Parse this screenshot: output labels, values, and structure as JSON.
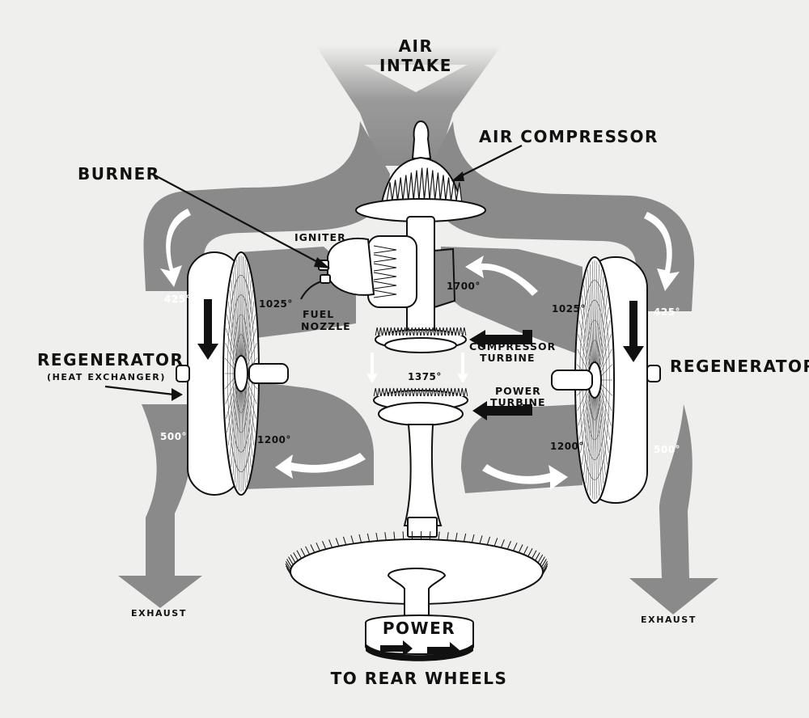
{
  "labels": {
    "air_intake_line1": "AIR",
    "air_intake_line2": "INTAKE",
    "air_compressor": "AIR COMPRESSOR",
    "burner": "BURNER",
    "igniter": "IGNITER",
    "fuel_nozzle_line1": "FUEL",
    "fuel_nozzle_line2": "NOZZLE",
    "regenerator_left": "REGENERATOR",
    "heat_exchanger": "(HEAT EXCHANGER)",
    "regenerator_right": "REGENERATOR",
    "compressor_turbine_line1": "COMPRESSOR",
    "compressor_turbine_line2": "TURBINE",
    "power_turbine_line1": "POWER",
    "power_turbine_line2": "TURBINE",
    "exhaust_left": "EXHAUST",
    "exhaust_right": "EXHAUST",
    "power": "POWER",
    "to_rear_wheels": "TO REAR WHEELS"
  },
  "temperatures": {
    "left_inlet": "425°",
    "left_hot_side": "1025°",
    "burner_outlet": "1700°",
    "right_hot_side": "1025°",
    "right_inlet": "425°",
    "between_turbines": "1375°",
    "left_exhaust": "500°",
    "left_return": "1200°",
    "right_return": "1200°",
    "right_exhaust": "500°"
  },
  "colors": {
    "background": "#efefed",
    "duct_gray": "#8a8a8a",
    "ink": "#111111",
    "metal_white": "#ffffff"
  }
}
